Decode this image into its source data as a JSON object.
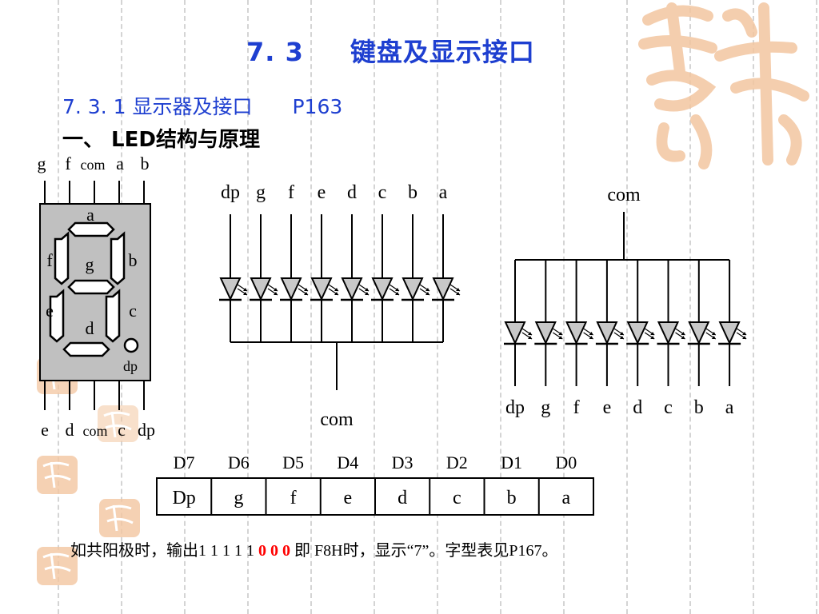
{
  "header": {
    "section_number": "7. 3",
    "section_title": "键盘及显示接口",
    "subsection_number": "7. 3. 1",
    "subsection_title": "显示器及接口",
    "subsection_page": "P163",
    "heading": "一、 LED结构与原理"
  },
  "seven_segment": {
    "top_pins": [
      "g",
      "f",
      "com",
      "a",
      "b"
    ],
    "bottom_pins": [
      "e",
      "d",
      "com",
      "c",
      "dp"
    ],
    "segment_labels": {
      "a": "a",
      "b": "b",
      "c": "c",
      "d": "d",
      "e": "e",
      "f": "f",
      "g": "g",
      "dp": "dp"
    }
  },
  "common_cathode": {
    "pin_labels": [
      "dp",
      "g",
      "f",
      "e",
      "d",
      "c",
      "b",
      "a"
    ],
    "com_label": "com"
  },
  "common_anode": {
    "com_label": "com",
    "pin_labels": [
      "dp",
      "g",
      "f",
      "e",
      "d",
      "c",
      "b",
      "a"
    ]
  },
  "data_table": {
    "bit_headers": [
      "D7",
      "D6",
      "D5",
      "D4",
      "D3",
      "D2",
      "D1",
      "D0"
    ],
    "segments": [
      "Dp",
      "g",
      "f",
      "e",
      "d",
      "c",
      "b",
      "a"
    ]
  },
  "note": {
    "prefix": "如共阳极时，输出1 1 1 1 1 ",
    "highlight": "0 0 0",
    "suffix": " 即 F8H时，显示“7”。字型表见P167。"
  },
  "colors": {
    "title": "#1e3fd0",
    "highlight": "#ff0000",
    "display_body": "#c0c0c0",
    "decoration": "#f3c6a0"
  }
}
